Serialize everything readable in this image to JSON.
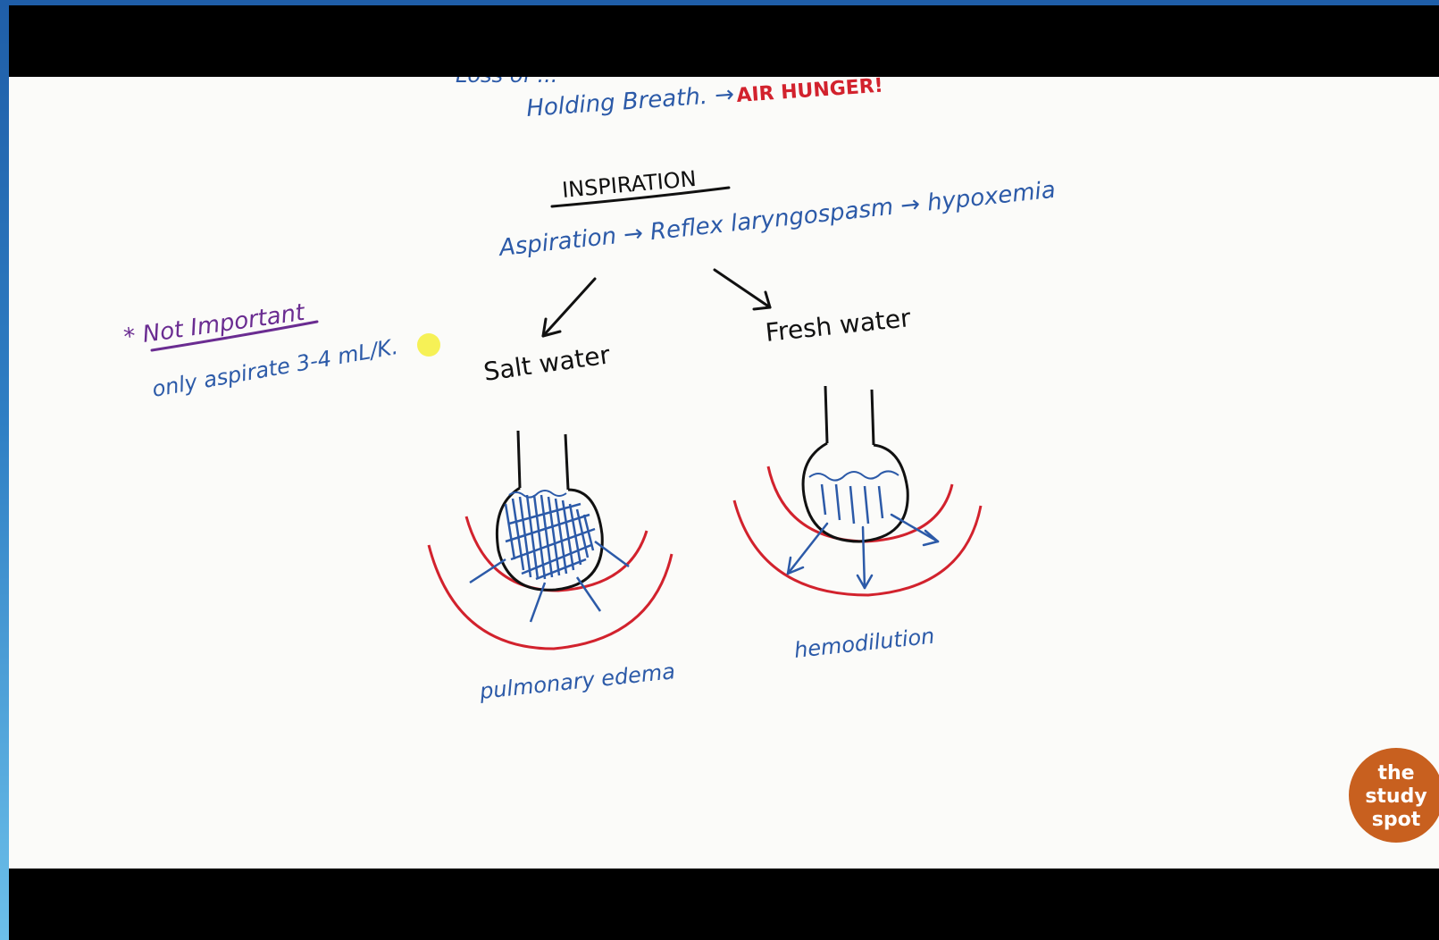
{
  "colors": {
    "ink_blue": "#2c5aa8",
    "ink_red": "#d2222d",
    "ink_black": "#111111",
    "ink_purple": "#6a2c91",
    "highlight_yellow": "#f5ef3a",
    "logo_orange": "#c8601f"
  },
  "notes": {
    "top_partial": "Loss of ...",
    "holding_breath": "Holding Breath. →",
    "air_hunger": "AIR HUNGER!",
    "heading": "INSPIRATION",
    "sequence": "Aspiration → Reflex laryngospasm → hypoxemia",
    "side_note_title": "* Not Important",
    "side_note_body": "only aspirate 3-4 mL/K."
  },
  "branches": {
    "left": {
      "label": "Salt water",
      "outcome": "pulmonary edema"
    },
    "right": {
      "label": "Fresh water",
      "outcome": "hemodilution"
    }
  },
  "logo": {
    "line1": "the",
    "line2": "study",
    "line3": "spot"
  }
}
